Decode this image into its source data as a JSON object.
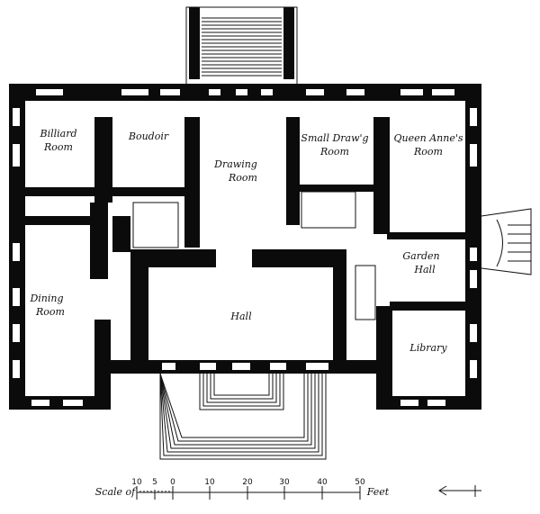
{
  "rooms": {
    "billiard": [
      "Billiard",
      "Room"
    ],
    "boudoir": [
      "Boudoir"
    ],
    "drawing": [
      "Drawing",
      "Room"
    ],
    "small_drawing": [
      "Small Draw'g",
      "Room"
    ],
    "queen_anne": [
      "Queen Anne's",
      "Room"
    ],
    "garden_hall": [
      "Garden",
      "Hall"
    ],
    "dining": [
      "Dining",
      "Room"
    ],
    "hall": [
      "Hall"
    ],
    "library": [
      "Library"
    ]
  },
  "scale": {
    "prefix": "Scale of",
    "unit": "Feet",
    "ticks": [
      "10",
      "5",
      "0",
      "10",
      "20",
      "30",
      "40",
      "50"
    ]
  }
}
